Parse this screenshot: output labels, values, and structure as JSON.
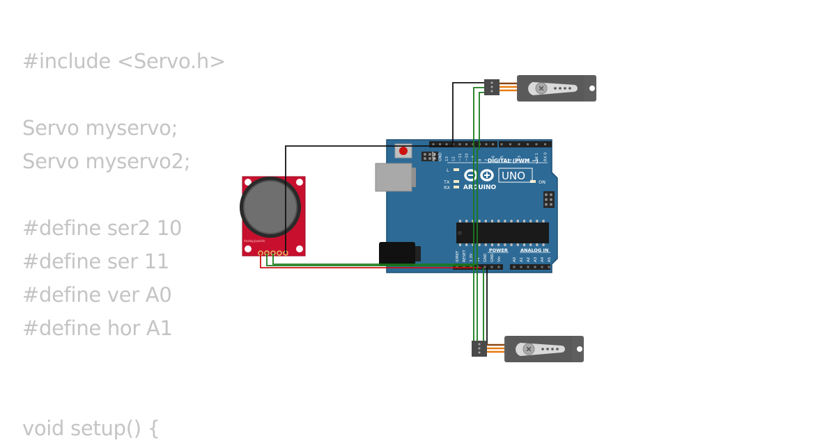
{
  "code_lines": [
    "#include <Servo.h>",
    "",
    "Servo myservo;",
    "Servo myservo2;",
    "",
    "#define ser2 10",
    "#define ser 11",
    "#define ver A0",
    "#define hor A1",
    "",
    "",
    "void setup() {"
  ],
  "board": {
    "brand": "ARDUINO",
    "model": "UNO",
    "digital_label": "DIGITAL (PWM ~)",
    "power_label": "POWER",
    "analog_label": "ANALOG IN",
    "led_l": "L",
    "led_tx": "TX",
    "led_rx": "RX",
    "led_on": "ON",
    "top_pins": [
      "AREF",
      "GND",
      "13",
      "12",
      "~11",
      "~10",
      "~9",
      "8",
      "7",
      "~6",
      "~5",
      "4",
      "~3",
      "2",
      "TX 1",
      "RX 0"
    ],
    "power_pins": [
      "IOREF",
      "RESET",
      "3.3V",
      "5V",
      "GND",
      "GND",
      "Vin"
    ],
    "analog_pins": [
      "A0",
      "A1",
      "A2",
      "A3",
      "A4",
      "A5"
    ]
  },
  "joystick": {
    "label": "Analog Joystick"
  },
  "colors": {
    "board_blue": "#2d6a96",
    "board_dark": "#1f4f73",
    "joystick_red": "#c8102e",
    "servo_body": "#5e5e5e",
    "wire_black": "#111111",
    "wire_green": "#1a7a1a",
    "wire_red": "#cc1111",
    "wire_orange": "#e87a10",
    "code_text": "#c4c4c4"
  }
}
